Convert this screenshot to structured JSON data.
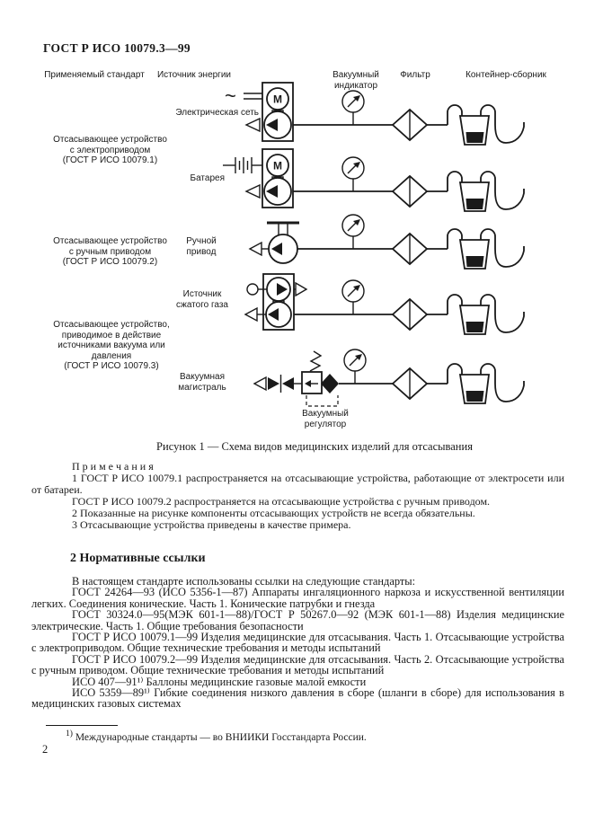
{
  "page": {
    "header": "ГОСТ Р ИСО 10079.3—99",
    "page_number": "2",
    "footnote_marker": "1)",
    "footnote_text": " Международные стандарты — во ВНИИКИ Госстандарта России."
  },
  "figure": {
    "caption": "Рисунок 1 — Схема видов медицинских изделий для отсасывания",
    "columns": {
      "standard": "Применяемый стандарт",
      "energy": "Источник энергии",
      "vacuum_line1": "Вакуумный",
      "vacuum_line2": "индикатор",
      "filter": "Фильтр",
      "container": "Контейнер-сборник"
    },
    "standards": {
      "electric": [
        "Отсасывающее устройство",
        "с электроприводом",
        "(ГОСТ Р ИСО 10079.1)"
      ],
      "manual": [
        "Отсасывающее устройство",
        "с ручным приводом",
        "(ГОСТ Р ИСО 10079.2)"
      ],
      "vacuum": [
        "Отсасывающее устройство,",
        "приводимое в действие",
        "источниками вакуума или",
        "давления",
        "(ГОСТ Р ИСО 10079.3)"
      ]
    },
    "sources": {
      "mains": "Электрическая сеть",
      "battery": "Батарея",
      "hand1": "Ручной",
      "hand2": "привод",
      "gas1": "Источник",
      "gas2": "сжатого газа",
      "vline1": "Вакуумная",
      "vline2": "магистраль"
    },
    "regulator1": "Вакуумный",
    "regulator2": "регулятор",
    "motor_letter": "M",
    "ac_symbol": "~"
  },
  "notes": {
    "title": "П р и м е ч а н и я",
    "items": [
      "1 ГОСТ Р ИСО 10079.1 распространяется на отсасывающие устройства, работающие от электросети или от батареи.",
      "ГОСТ Р ИСО 10079.2 распространяется на отсасывающие устройства с ручным приводом.",
      "2 Показанные на рисунке компоненты отсасывающих устройств не всегда обязательны.",
      "3 Отсасывающие устройства приведены в качестве примера."
    ]
  },
  "section": {
    "heading": "2 Нормативные ссылки",
    "intro": "В настоящем стандарте использованы ссылки на следующие стандарты:",
    "references": [
      "ГОСТ 24264—93 (ИСО 5356-1—87) Аппараты ингаляционного наркоза и искусственной вентиляции легких. Соединения конические. Часть 1. Конические патрубки и гнезда",
      "ГОСТ 30324.0—95(МЭК 601-1—88)/ГОСТ Р 50267.0—92 (МЭК 601-1—88) Изделия медицинские электрические. Часть 1. Общие требования безопасности",
      "ГОСТ Р ИСО 10079.1—99 Изделия медицинские для отсасывания. Часть 1. Отсасывающие устройства с электроприводом. Общие технические требования и методы испытаний",
      "ГОСТ Р ИСО 10079.2—99 Изделия медицинские для отсасывания. Часть 2. Отсасывающие устройства с ручным приводом. Общие технические требования и методы испытаний",
      "ИСО 407—91¹⁾ Баллоны медицинские газовые малой емкости",
      "ИСО 5359—89¹⁾ Гибкие соединения низкого давления в сборе (шланги в сборе) для использования в медицинских газовых системах"
    ]
  }
}
